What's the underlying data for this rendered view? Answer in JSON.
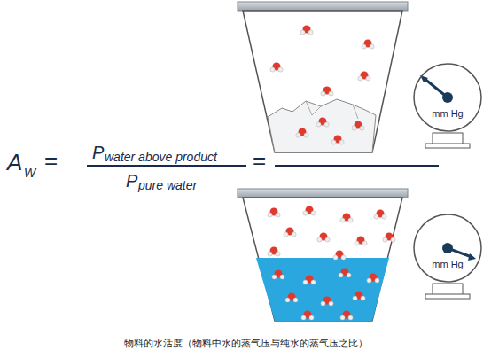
{
  "diagram": {
    "caption": "物料的水活度（物料中水的蒸气压与纯水的蒸气压之比）",
    "nodes": [
      {
        "text": [
          "mm Hg"
        ]
      },
      {
        "text": [
          "mm Hg"
        ]
      }
    ],
    "labels": [
      "A",
      "W",
      "=",
      "P",
      "water above product",
      "P",
      "pure water",
      "="
    ]
  }
}
